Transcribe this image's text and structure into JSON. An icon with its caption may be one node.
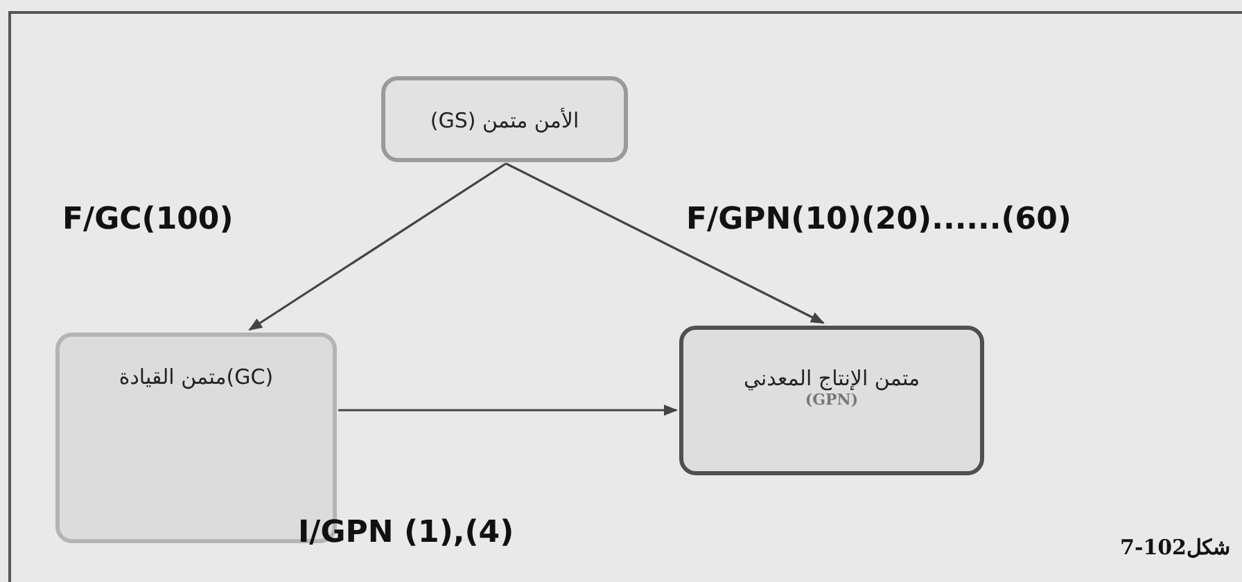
{
  "diagram": {
    "caption": "شكل102-7",
    "nodes": [
      {
        "text": [
          "الأمن متمن (GS)"
        ]
      },
      {
        "text": [
          "(GC)متمن القيادة"
        ]
      },
      {
        "text": [
          "متمن الإنتاج المعدني",
          "(GPN)"
        ]
      }
    ],
    "edges": [
      {
        "from": 0,
        "to": 1,
        "arrow": "to",
        "label": "F/GC(100)"
      },
      {
        "from": 0,
        "to": 2,
        "arrow": "to",
        "label": "F/GPN(10)(20)......(60)"
      },
      {
        "from": 1,
        "to": 2,
        "arrow": "to",
        "label": "I/GPN (1),(4)"
      }
    ]
  }
}
